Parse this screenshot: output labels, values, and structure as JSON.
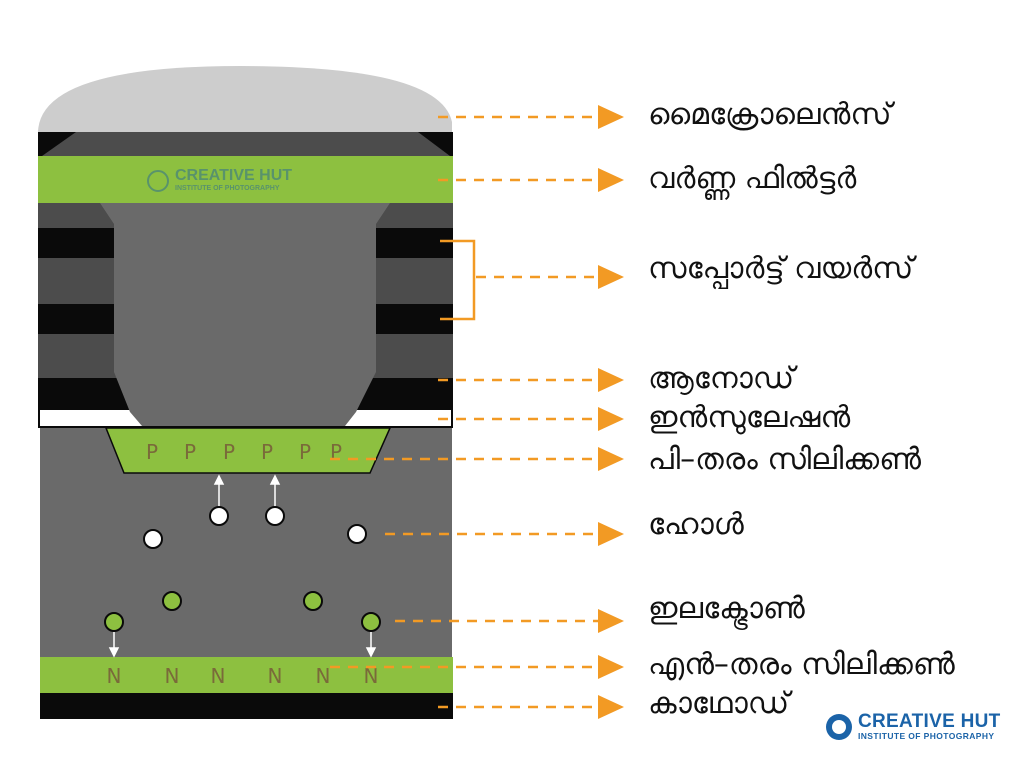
{
  "labels": {
    "microlens": "മൈക്രോലെൻസ്",
    "color_filter": "വർണ്ണ ഫിൽട്ടർ",
    "support_wires": "സപ്പോർട്ട് വയർസ്",
    "anode": "ആനോഡ്",
    "insulation": "ഇൻസുലേഷൻ",
    "p_type_silicon": "പി–തരം സിലിക്കൺ",
    "hole": "ഹോൾ",
    "electron": "ഇലക്ട്രോൺ",
    "n_type_silicon": "എൻ–തരം സിലിക്കൺ",
    "cathode": "കാഥോഡ്"
  },
  "p_region_letter": "P",
  "n_region_letter": "N",
  "brand": {
    "name": "CREATIVE HUT",
    "subtitle": "INSTITUTE OF PHOTOGRAPHY"
  },
  "colors": {
    "green": "#8dc040",
    "dark_gray": "#6a6a6a",
    "mid_gray": "#4c4c4c",
    "black": "#0a0a0a",
    "lens": "#cdcdcd",
    "arrow": "#f29a24",
    "brand_blue": "#1b63a8"
  }
}
